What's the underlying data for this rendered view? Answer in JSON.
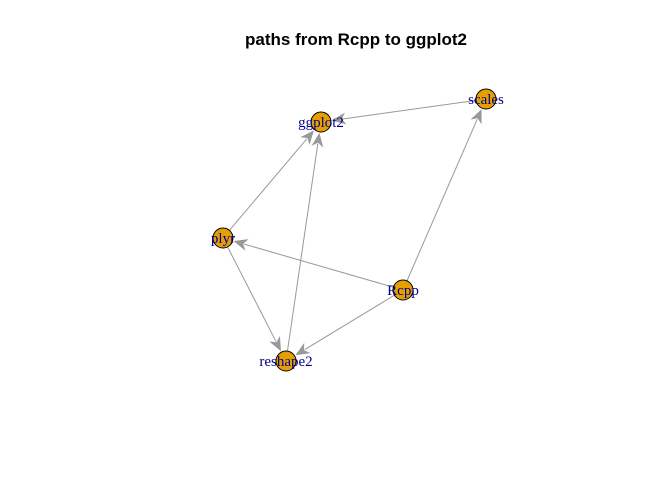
{
  "graph": {
    "title": "paths from Rcpp to ggplot2",
    "node_fill": "#E69F00",
    "node_stroke": "#000000",
    "edge_color": "#999999",
    "label_color": "#00008B",
    "nodes": [
      {
        "id": "ggplot2",
        "label": "ggplot2"
      },
      {
        "id": "scales",
        "label": "scales"
      },
      {
        "id": "plyr",
        "label": "plyr"
      },
      {
        "id": "Rcpp",
        "label": "Rcpp"
      },
      {
        "id": "reshape2",
        "label": "reshape2"
      }
    ],
    "edges": [
      {
        "from": "scales",
        "to": "ggplot2"
      },
      {
        "from": "plyr",
        "to": "ggplot2"
      },
      {
        "from": "reshape2",
        "to": "ggplot2"
      },
      {
        "from": "Rcpp",
        "to": "scales"
      },
      {
        "from": "Rcpp",
        "to": "plyr"
      },
      {
        "from": "Rcpp",
        "to": "reshape2"
      },
      {
        "from": "plyr",
        "to": "reshape2"
      }
    ]
  }
}
